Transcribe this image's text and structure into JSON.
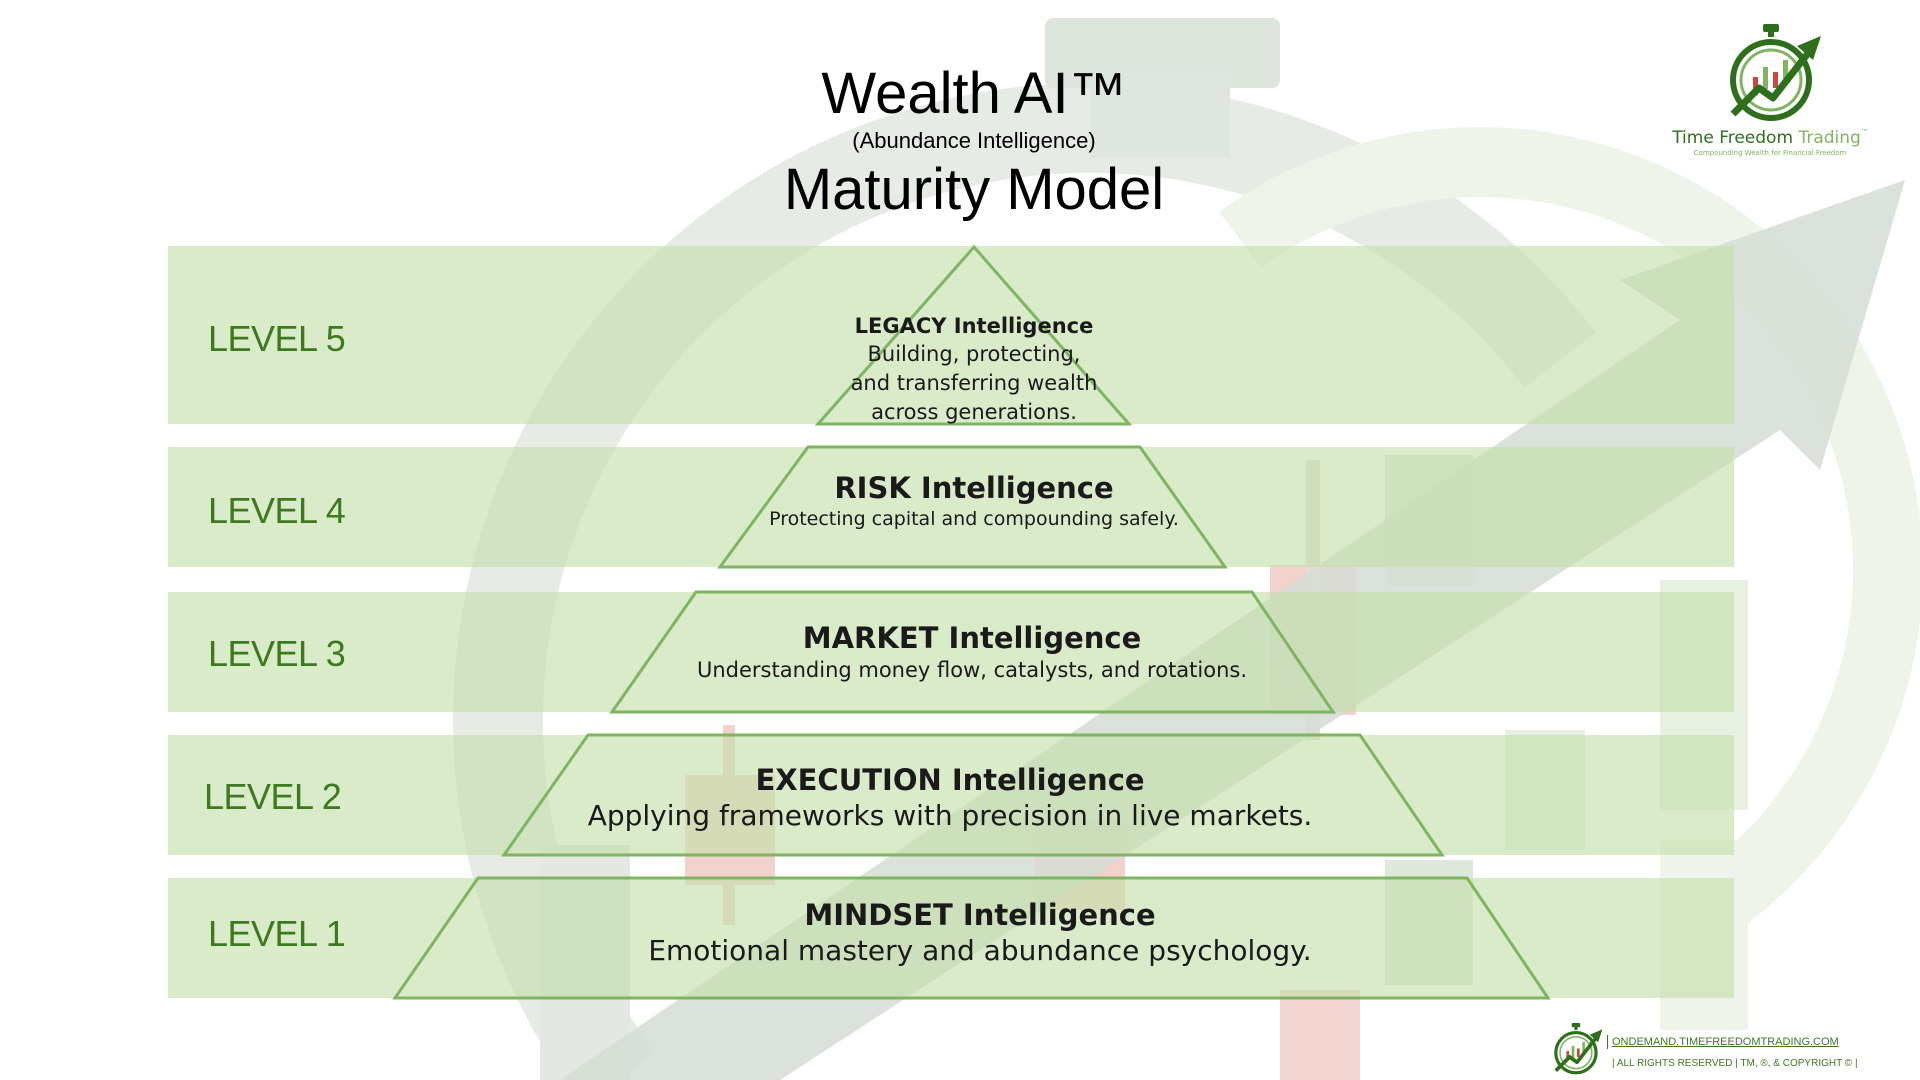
{
  "title": {
    "main": "Wealth AI™",
    "subtitle": "(Abundance Intelligence)",
    "model": "Maturity Model"
  },
  "logo": {
    "icon": "stopwatch-chart-arrow-icon",
    "name_bold": "Time Freedom",
    "name_light": "Trading",
    "tagline": "Compounding Wealth for Financial Freedom"
  },
  "levels": [
    {
      "label": "LEVEL 5",
      "title": "LEGACY Intelligence",
      "description_lines": [
        "Building, protecting,",
        "and transferring wealth",
        "across generations."
      ]
    },
    {
      "label": "LEVEL 4",
      "title": "RISK Intelligence",
      "description_lines": [
        "Protecting capital and compounding safely."
      ]
    },
    {
      "label": "LEVEL 3",
      "title": "MARKET Intelligence",
      "description_lines": [
        "Understanding money flow, catalysts, and rotations."
      ]
    },
    {
      "label": "LEVEL 2",
      "title": "EXECUTION Intelligence",
      "description_lines": [
        "Applying frameworks with precision in live markets."
      ]
    },
    {
      "label": "LEVEL 1",
      "title": "MINDSET Intelligence",
      "description_lines": [
        "Emotional mastery and abundance psychology."
      ]
    }
  ],
  "footer": {
    "url": "ONDEMAND.TIMEFREEDOMTRADING.COM",
    "rights": "| ALL RIGHTS RESERVED | TM, ®, & COPYRIGHT © |"
  },
  "colors": {
    "band": "#c4deaa",
    "level_label": "#3d7a1f",
    "pyramid_stroke": "#7fb562",
    "brand_green": "#2e6f1c",
    "accent_light_green": "#7fb562"
  }
}
